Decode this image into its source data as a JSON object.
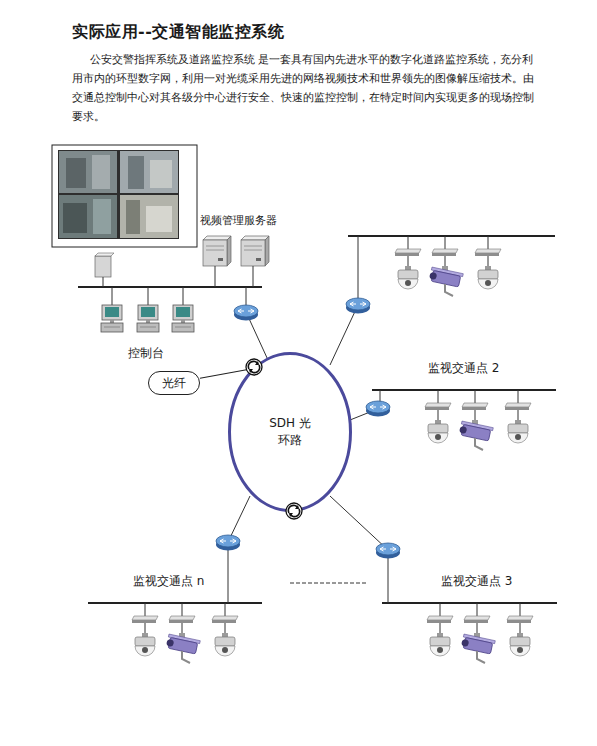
{
  "diagram": {
    "title": "实际应用--交通智能监控系统",
    "nodes": [
      {
        "text": [
          "SDH 光环路"
        ]
      },
      {
        "text": [
          "光纤"
        ]
      }
    ],
    "edges": [
      {
        "from": 1,
        "to": 0,
        "arrow": "none"
      }
    ],
    "labels": [
      "公安交警指挥系统及道路监控系统 是一套具有国内先进水平的数字化道路监控系统，充分利用市内的环型数字网，利用一对光缆采用先进的网络视频技术和世界领先的图像解压缩技术。由交通总控制中心对其各级分中心进行安全、快速的监控控制，在特定时间内实现更多的现场控制要求。",
      "视频管理服务器",
      "控制台",
      "监视交通点 2",
      "监视交通点 n",
      "监视交通点 3"
    ]
  }
}
